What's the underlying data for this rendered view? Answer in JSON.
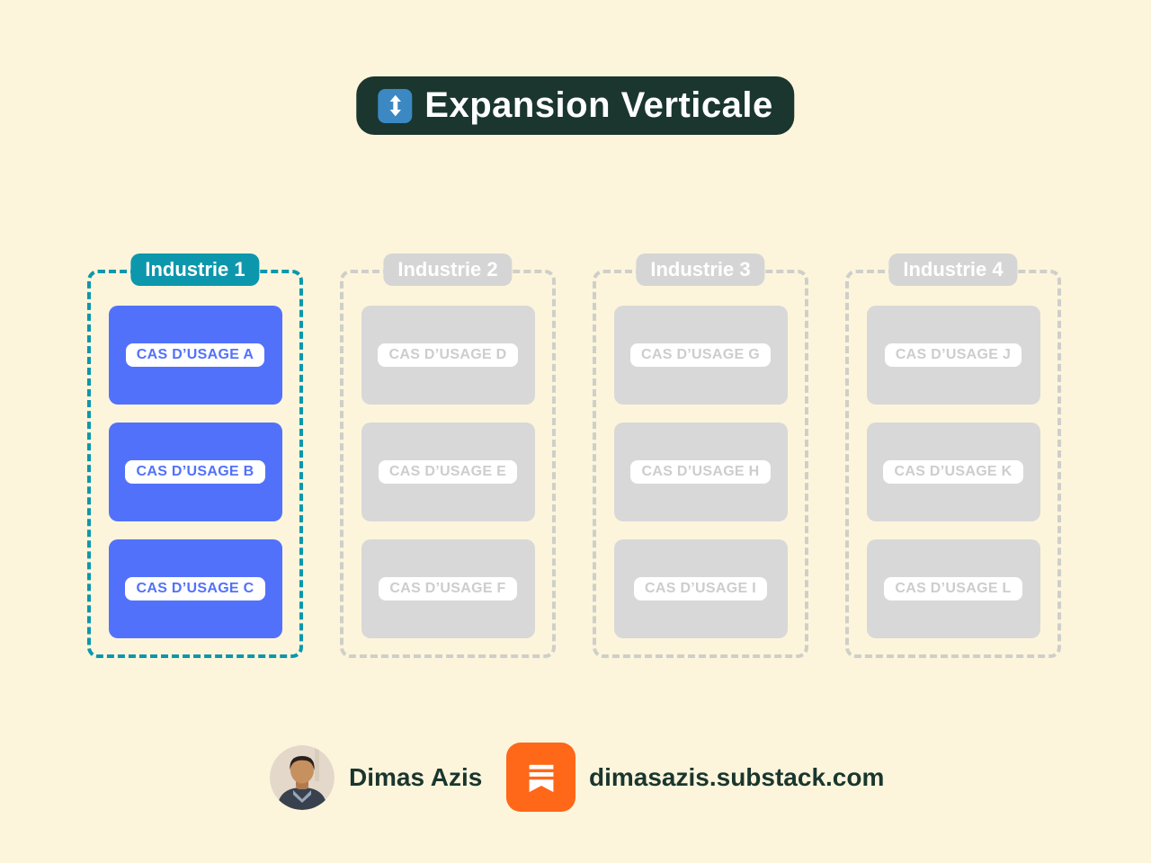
{
  "title": {
    "text": "Expansion Verticale",
    "icon": "up-down-arrow-icon"
  },
  "columns": [
    {
      "label": "Industrie 1",
      "state": "active",
      "cards": [
        "CAS D’USAGE A",
        "CAS D’USAGE B",
        "CAS D’USAGE C"
      ]
    },
    {
      "label": "Industrie 2",
      "state": "inactive",
      "cards": [
        "CAS D’USAGE D",
        "CAS D’USAGE E",
        "CAS D’USAGE F"
      ]
    },
    {
      "label": "Industrie 3",
      "state": "inactive",
      "cards": [
        "CAS D’USAGE G",
        "CAS D’USAGE H",
        "CAS D’USAGE I"
      ]
    },
    {
      "label": "Industrie 4",
      "state": "inactive",
      "cards": [
        "CAS D’USAGE J",
        "CAS D’USAGE K",
        "CAS D’USAGE L"
      ]
    }
  ],
  "footer": {
    "author": "Dimas Azis",
    "site": "dimasazis.substack.com",
    "avatar_icon": "author-photo",
    "brand_icon": "substack-bookmark-icon"
  },
  "colors": {
    "background": "#FCF5DC",
    "dark_green": "#1A362E",
    "teal_accent": "#0D97AC",
    "blue_accent": "#5271FB",
    "gray_card": "#D8D8D8",
    "gray_badge": "#D5D5D5",
    "gray_text": "#CDCDCD",
    "substack_orange": "#FF6719",
    "emoji_blue": "#3B88C3"
  }
}
